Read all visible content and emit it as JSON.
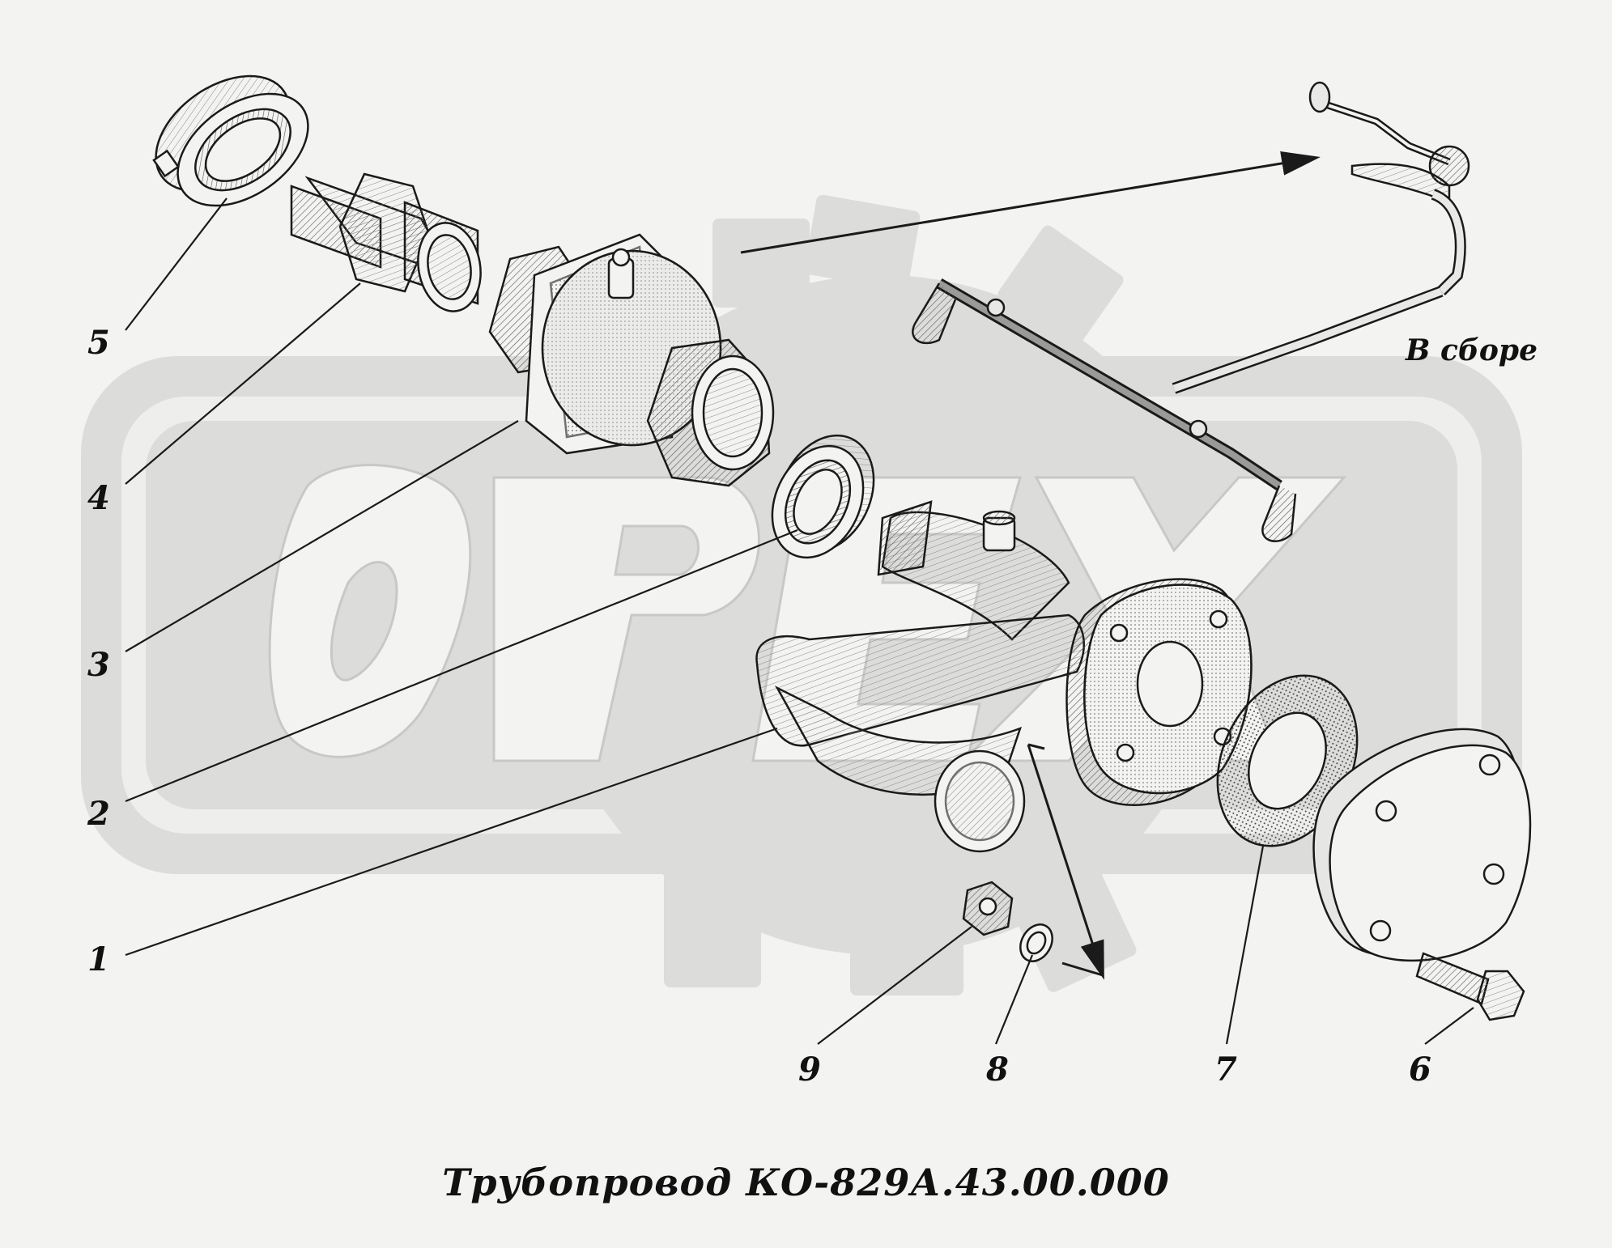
{
  "watermark": {
    "text": "OPEX",
    "color": "#d9d9d7"
  },
  "assembly_label": "В сборе",
  "caption": "Трубопровод КО-829А.43.00.000",
  "callouts": {
    "c1": "1",
    "c2": "2",
    "c3": "3",
    "c4": "4",
    "c5": "5",
    "c6": "6",
    "c7": "7",
    "c8": "8",
    "c9": "9"
  },
  "colors": {
    "ink": "#1a1a1a",
    "paper": "#f3f3f1",
    "shade": "#c9c9c6"
  }
}
